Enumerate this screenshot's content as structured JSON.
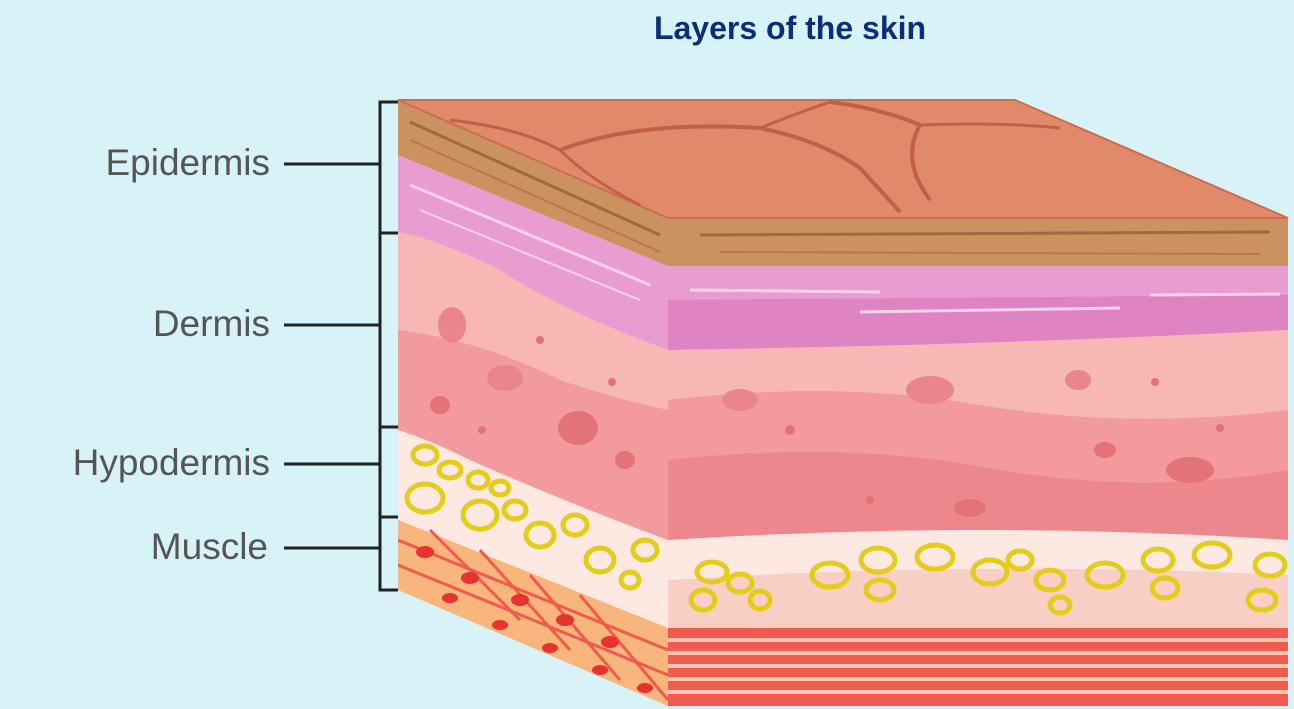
{
  "title": "Layers of the skin",
  "labels": {
    "epidermis": "Epidermis",
    "dermis": "Dermis",
    "hypodermis": "Hypodermis",
    "muscle": "Muscle"
  },
  "colors": {
    "background": "#d8f3f8",
    "title": "#0c2c7c",
    "label_text": "#555555",
    "leader_line": "#222222",
    "skin_surface": "#e08a6a",
    "epidermis_band": "#c6905c",
    "dermis_upper": "#e58dc6",
    "dermis": "#f4a7a9",
    "fat_cells": "#e9d21f",
    "hypodermis": "#fce4dc",
    "muscle": "#ef5b4f"
  }
}
